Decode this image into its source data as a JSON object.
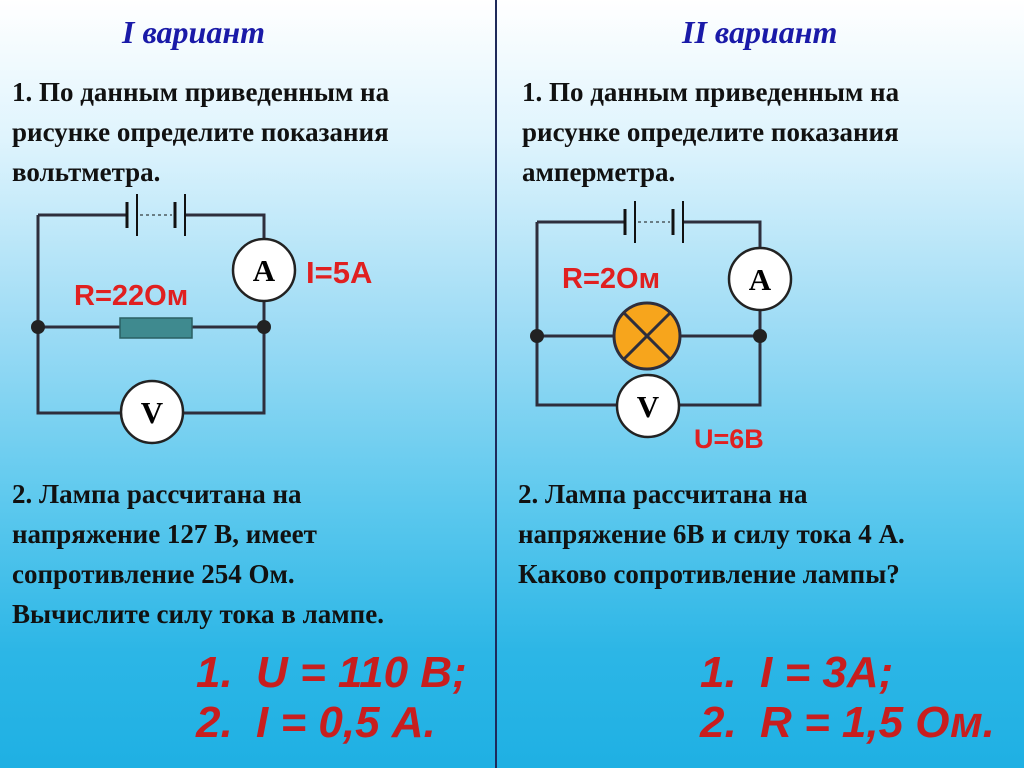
{
  "left": {
    "title": "I вариант",
    "task1": [
      "1. По данным приведенным на",
      "рисунке определите показания",
      "вольтметра."
    ],
    "circuit": {
      "ammeter": "А",
      "voltmeter": "V",
      "current_label": "I=5A",
      "resistance_label": "R=22Ом"
    },
    "task2": [
      "2. Лампа рассчитана на",
      "напряжение 127 В,  имеет",
      "сопротивление 254 Ом.",
      "Вычислите силу тока в лампе."
    ],
    "answers": [
      {
        "num": "1.",
        "text": "U = 110 В;"
      },
      {
        "num": "2.",
        "text": "I = 0,5 А."
      }
    ]
  },
  "right": {
    "title": "II вариант",
    "task1": [
      "1. По данным приведенным на",
      "рисунке определите показания",
      "амперметра."
    ],
    "circuit": {
      "ammeter": "А",
      "voltmeter": "V",
      "resistance_label": "R=2Ом",
      "voltage_label": "U=6B"
    },
    "task2": [
      "2. Лампа рассчитана на",
      "напряжение 6В и силу тока 4 А.",
      "Каково сопротивление лампы?"
    ],
    "answers": [
      {
        "num": "1.",
        "text": "I = 3А;"
      },
      {
        "num": "2.",
        "text": "R = 1,5 Ом."
      }
    ]
  },
  "colors": {
    "title": "#1a1aa8",
    "label_red": "#e02020",
    "answer_red": "#c81e1e",
    "resistor": "#3f8a8f",
    "lamp": "#f7a51c",
    "wire": "#2e2e3c"
  }
}
